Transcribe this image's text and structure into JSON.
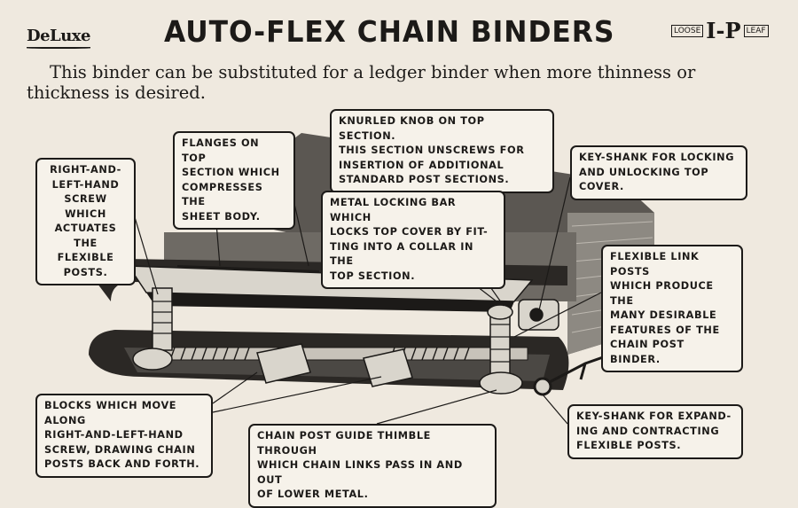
{
  "header": {
    "logo_left": "DeLuxe",
    "title": "AUTO-FLEX CHAIN BINDERS",
    "logo_right": {
      "left_tag": "LOOSE",
      "mark": "I-P",
      "right_tag": "LEAF"
    }
  },
  "intro": "This binder can be substituted for a ledger binder when more thinness or thickness is desired.",
  "callouts": {
    "right_left_screw": "RIGHT-AND-\nLEFT-HAND\nSCREW WHICH\nACTUATES THE\nFLEXIBLE POSTS.",
    "flanges": "FLANGES ON TOP\nSECTION WHICH\nCOMPRESSES THE\nSHEET BODY.",
    "knurled_knob": "KNURLED KNOB ON TOP SECTION.\nTHIS SECTION UNSCREWS FOR\nINSERTION OF ADDITIONAL\nSTANDARD POST SECTIONS.",
    "key_shank_lock": "KEY-SHANK FOR LOCKING\nAND UNLOCKING TOP COVER.",
    "metal_locking_bar": "METAL LOCKING BAR WHICH\nLOCKS TOP COVER BY FIT-\nTING INTO A COLLAR IN THE\nTOP SECTION.",
    "flexible_link_posts": "FLEXIBLE LINK POSTS\nWHICH PRODUCE THE\nMANY DESIRABLE\nFEATURES OF THE\nCHAIN POST BINDER.",
    "blocks": "BLOCKS WHICH MOVE ALONG\nRIGHT-AND-LEFT-HAND\nSCREW, DRAWING CHAIN\nPOSTS BACK AND FORTH.",
    "thimble": "CHAIN POST GUIDE THIMBLE THROUGH\nWHICH CHAIN LINKS PASS IN AND OUT\nOF LOWER METAL.",
    "key_shank_expand": "KEY-SHANK FOR EXPAND-\nING AND CONTRACTING\nFLEXIBLE POSTS."
  },
  "colors": {
    "paper": "#efe9df",
    "ink": "#1c1a18",
    "binder_dark": "#5b5752",
    "binder_mid": "#8d8982",
    "metal_light": "#d9d5cc"
  }
}
